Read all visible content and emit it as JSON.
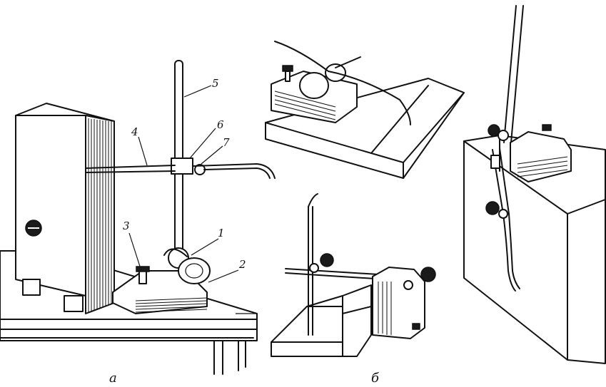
{
  "figure": {
    "labels": {
      "l1": "1",
      "l2": "2",
      "l3": "3",
      "l4": "4",
      "l5": "5",
      "l6": "6",
      "l7": "7"
    },
    "captions": {
      "a": "а",
      "b": "б"
    }
  }
}
